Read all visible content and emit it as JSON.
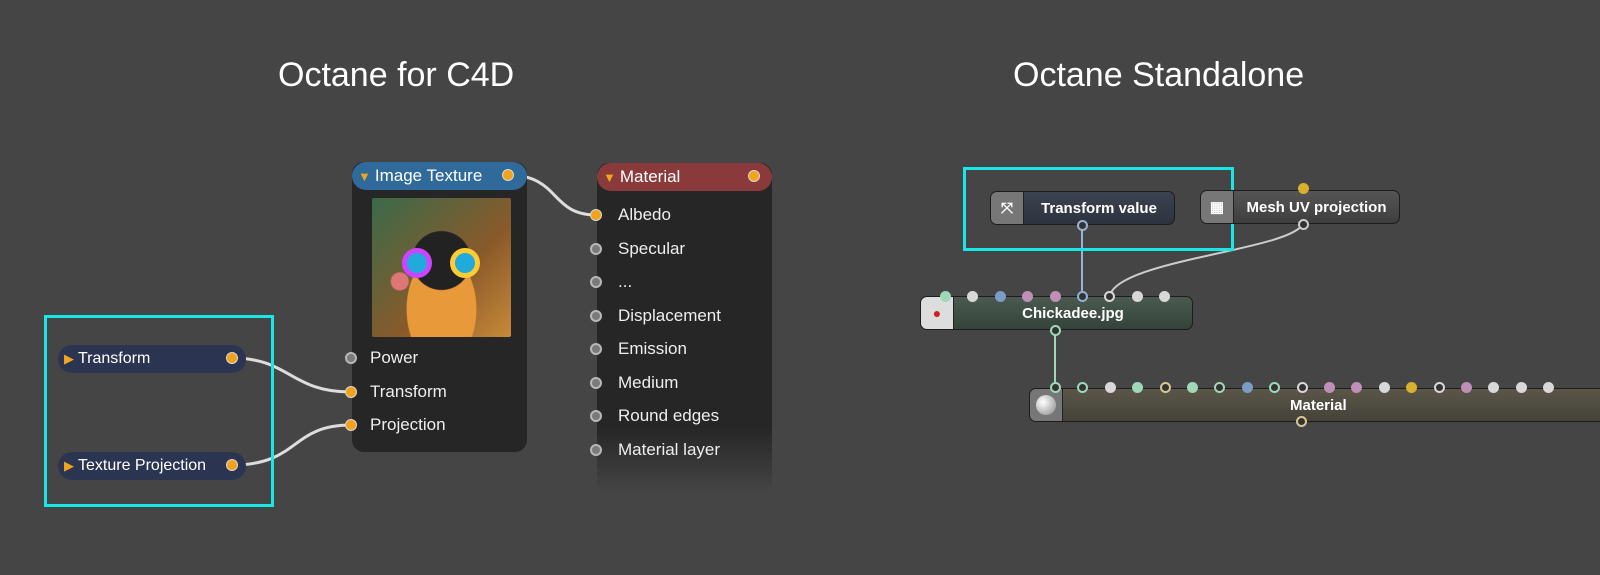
{
  "left_title": "Octane for C4D",
  "right_title": "Octane Standalone",
  "c4d": {
    "image_texture": {
      "title": "Image Texture",
      "inputs": [
        {
          "label": "Power",
          "connected": false
        },
        {
          "label": "Transform",
          "connected": true
        },
        {
          "label": "Projection",
          "connected": true
        }
      ]
    },
    "material": {
      "title": "Material",
      "inputs": [
        {
          "label": "Albedo",
          "connected": true
        },
        {
          "label": "Specular",
          "connected": false
        },
        {
          "label": "...",
          "connected": false
        },
        {
          "label": "Displacement",
          "connected": false
        },
        {
          "label": "Emission",
          "connected": false
        },
        {
          "label": "Medium",
          "connected": false
        },
        {
          "label": "Round edges",
          "connected": false
        },
        {
          "label": "Material layer",
          "connected": false
        }
      ]
    },
    "transform": {
      "title": "Transform"
    },
    "texture_projection": {
      "title": "Texture Projection"
    }
  },
  "standalone": {
    "transform_value": {
      "title": "Transform value"
    },
    "mesh_uv": {
      "title": "Mesh UV projection"
    },
    "chickadee": {
      "title": "Chickadee.jpg",
      "pins": [
        [
          "#9fd8b8",
          1
        ],
        [
          "#d8d8d8",
          1
        ],
        [
          "#7a9cc6",
          1
        ],
        [
          "#c08fb8",
          1
        ],
        [
          "#c08fb8",
          1
        ],
        [
          "#8fb0d8",
          0
        ],
        [
          "#d8d8d8",
          0
        ],
        [
          "#d8d8d8",
          1
        ],
        [
          "#d8d8d8",
          1
        ]
      ]
    },
    "material": {
      "title": "Material",
      "pins": [
        [
          "#9fd8b8",
          0
        ],
        [
          "#9fd8b8",
          0
        ],
        [
          "#d8d8d8",
          1
        ],
        [
          "#9fd8b8",
          1
        ],
        [
          "#d8c890",
          0
        ],
        [
          "#9fd8b8",
          1
        ],
        [
          "#9fd8b8",
          0
        ],
        [
          "#7a9cc6",
          1
        ],
        [
          "#9fd8b8",
          0
        ],
        [
          "#d8d8d8",
          0
        ],
        [
          "#c08fb8",
          1
        ],
        [
          "#c08fb8",
          1
        ],
        [
          "#d8d8d8",
          1
        ],
        [
          "#d8b030",
          1
        ],
        [
          "#d8d8d8",
          0
        ],
        [
          "#c08fb8",
          1
        ],
        [
          "#d8d8d8",
          1
        ],
        [
          "#d8d8d8",
          1
        ],
        [
          "#d8d8d8",
          1
        ]
      ]
    }
  },
  "colors": {
    "selection": "#19e6e6",
    "pin_active": "#f2a31b",
    "image_texture_header": "#2f6a9a",
    "material_header": "#8a3a3a"
  }
}
